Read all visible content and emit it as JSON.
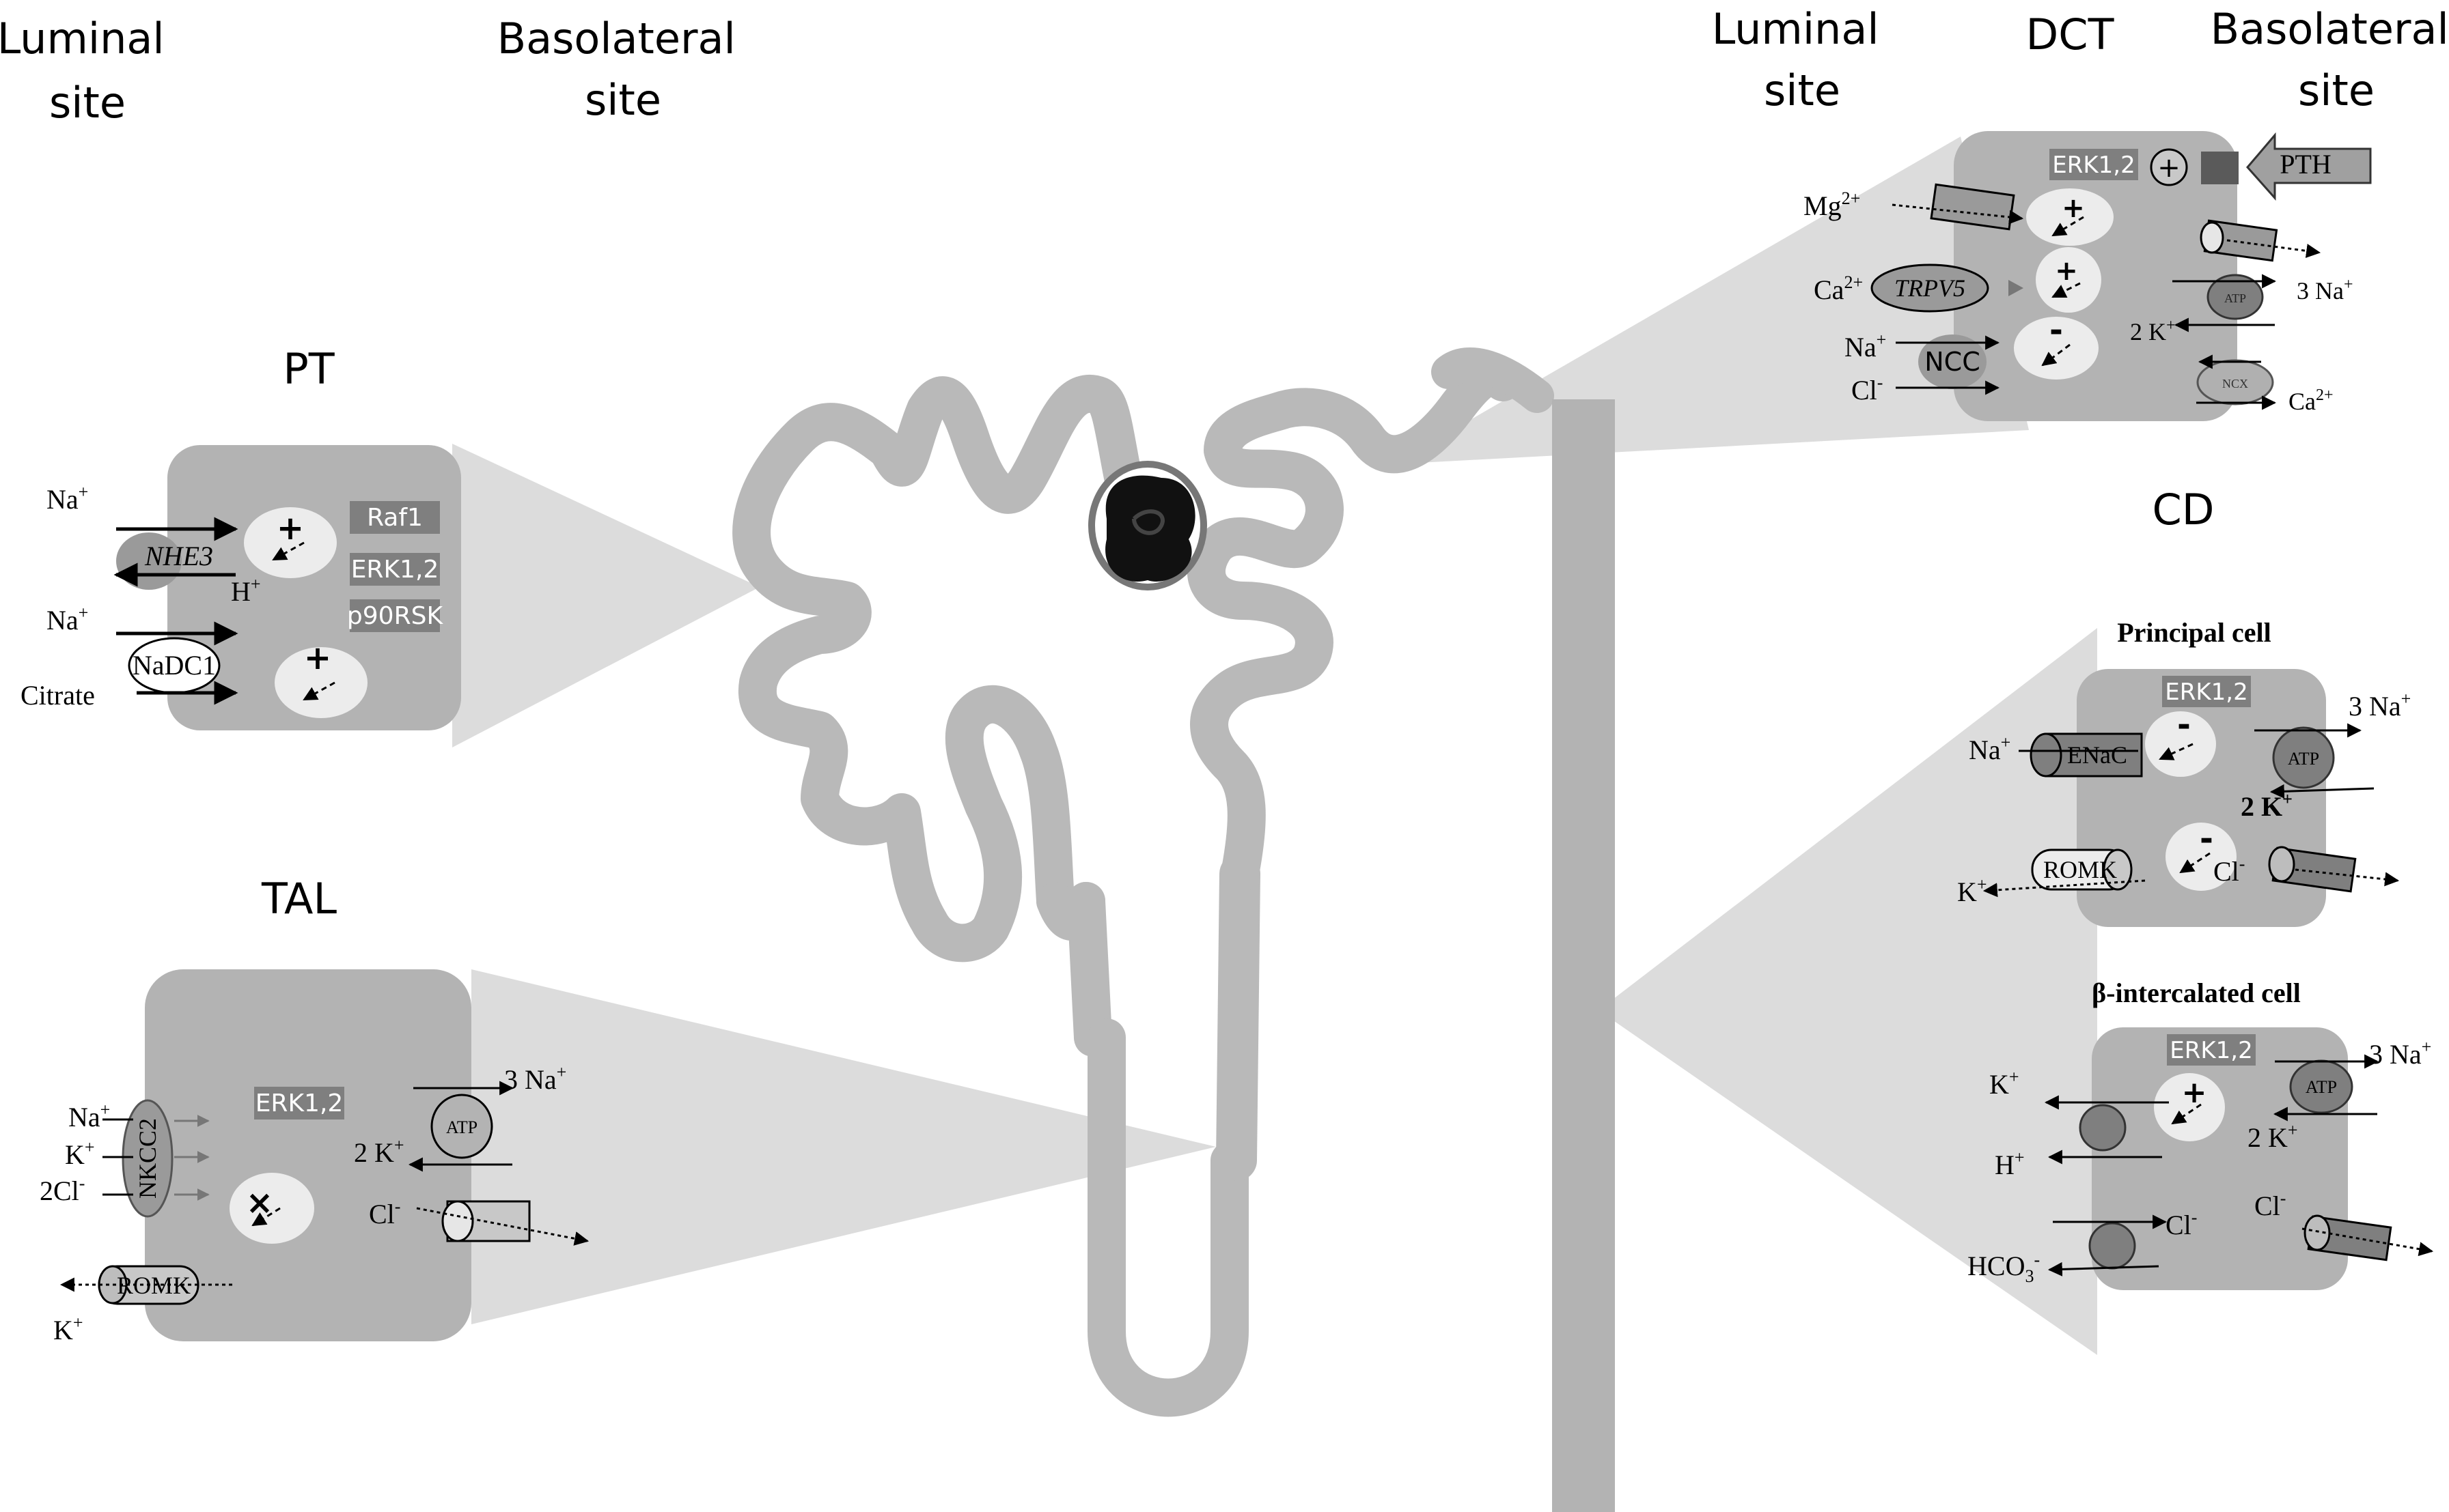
{
  "headers": {
    "left_luminal": [
      "Luminal",
      "site"
    ],
    "left_basolateral": [
      "Basolateral",
      "site"
    ],
    "right_luminal": [
      "Luminal",
      "site"
    ],
    "dct_title": "DCT",
    "right_basolateral": [
      "Basolateral",
      "site"
    ]
  },
  "pt": {
    "title": "PT",
    "na1": "Na",
    "na1_sup": "+",
    "nhe3": "NHE3",
    "h": "H",
    "h_sup": "+",
    "na2": "Na",
    "na2_sup": "+",
    "nadc1": "NaDC1",
    "citrate": "Citrate",
    "raf1": "Raf1",
    "erk": "ERK1,2",
    "p90rsk": "p90RSK",
    "sign_top": "+",
    "sign_bottom": "+"
  },
  "tal": {
    "title": "TAL",
    "na": "Na",
    "na_sup": "+",
    "k": "K",
    "k_sup": "+",
    "cl2": "2Cl",
    "cl2_sup": "-",
    "nkcc2": "NKCC2",
    "romk": "ROMK",
    "k_out": "K",
    "k_out_sup": "+",
    "erk": "ERK1,2",
    "atp": "ATP",
    "na3": "3 Na",
    "na3_sup": "+",
    "k2": "2 K",
    "k2_sup": "+",
    "cl": "Cl",
    "cl_sup": "-",
    "sign": "×"
  },
  "dct": {
    "erk": "ERK1,2",
    "plus_circle": "+",
    "pth": "PTH",
    "mg": "Mg",
    "mg_sup": "2+",
    "ca": "Ca",
    "ca_sup": "2+",
    "trpv5": "TRPV5",
    "na": "Na",
    "na_sup": "+",
    "cl": "Cl",
    "cl_sup": "-",
    "ncc": "NCC",
    "atp": "ATP",
    "na3": "3 Na",
    "na3_sup": "+",
    "k2": "2 K",
    "k2_sup": "+",
    "ncx": "NCX",
    "ca_out": "Ca",
    "ca_out_sup": "2+",
    "sign1": "+",
    "sign2": "+",
    "sign3": "-"
  },
  "cd": {
    "title": "CD",
    "principal_title": "Principal cell",
    "principal": {
      "erk": "ERK1,2",
      "na": "Na",
      "na_sup": "+",
      "enac": "ENaC",
      "romk": "ROMK",
      "k": "K",
      "k_sup": "+",
      "atp": "ATP",
      "na3": "3 Na",
      "na3_sup": "+",
      "k2": "2 K",
      "k2_sup": "+",
      "cl": "Cl",
      "cl_sup": "-",
      "sign1": "-",
      "sign2": "-"
    },
    "beta_title": "β-intercalated cell",
    "beta": {
      "erk": "ERK1,2",
      "k": "K",
      "k_sup": "+",
      "h": "H",
      "h_sup": "+",
      "cl_in": "Cl",
      "cl_in_sup": "-",
      "hco3": "HCO",
      "hco3_sub": "3",
      "hco3_sup": "-",
      "atp": "ATP",
      "na3": "3 Na",
      "na3_sup": "+",
      "k2": "2 K",
      "k2_sup": "+",
      "cl": "Cl",
      "cl_sup": "-",
      "sign": "+"
    }
  },
  "colors": {
    "tubule": "#b9b9b9",
    "cell": "#b3b3b3",
    "cone": "#dcdcdc",
    "label_box": "#7f7f7f",
    "oval": "#ececec",
    "glomerulus": "#111111"
  }
}
